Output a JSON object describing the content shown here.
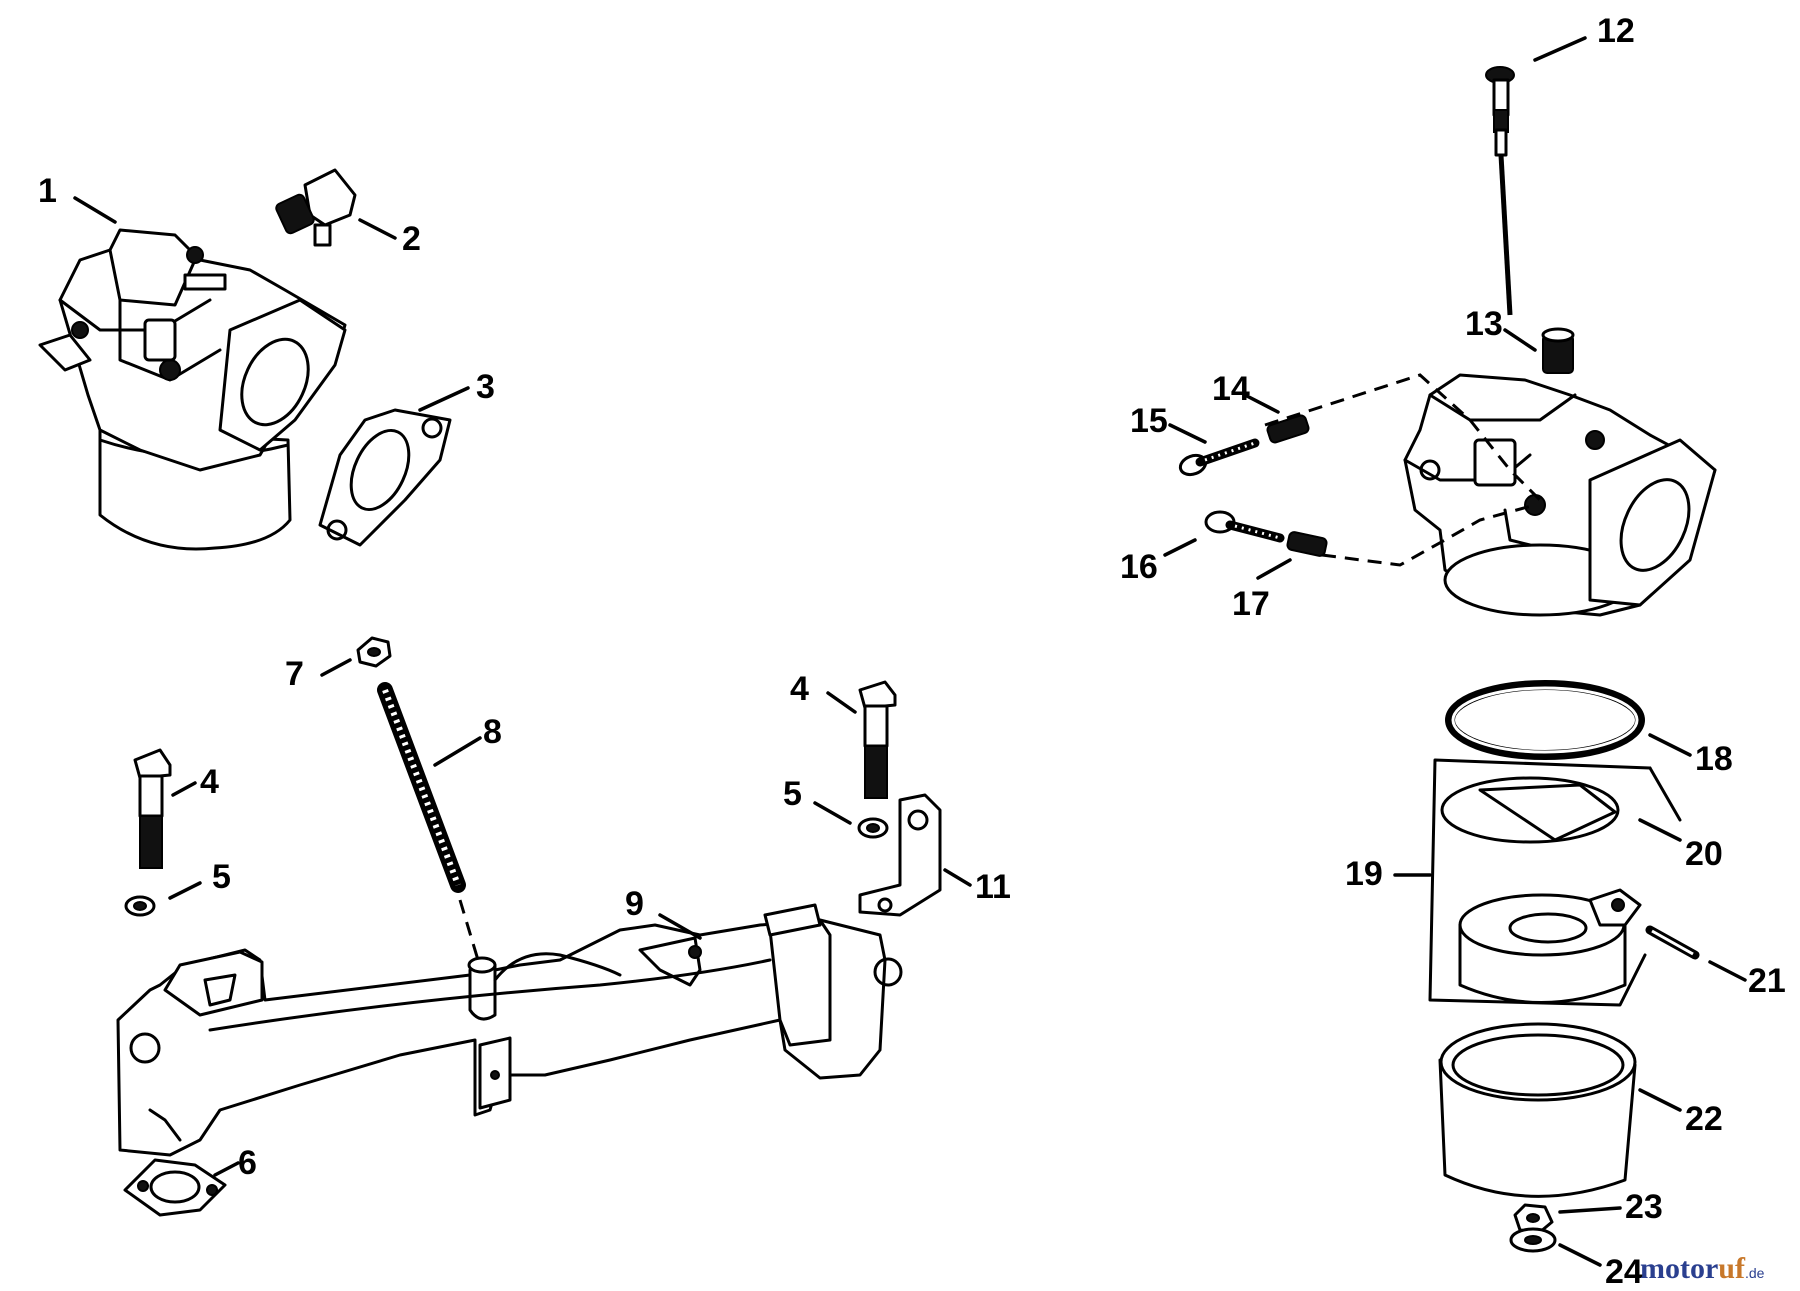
{
  "diagram": {
    "callouts": [
      "1",
      "2",
      "3",
      "4",
      "5",
      "6",
      "7",
      "8",
      "9",
      "11",
      "4",
      "5",
      "12",
      "13",
      "14",
      "15",
      "16",
      "17",
      "18",
      "19",
      "20",
      "21",
      "22",
      "23",
      "24"
    ]
  },
  "watermark": {
    "part1": "motor",
    "part2": "uf",
    "part3": ".de"
  }
}
